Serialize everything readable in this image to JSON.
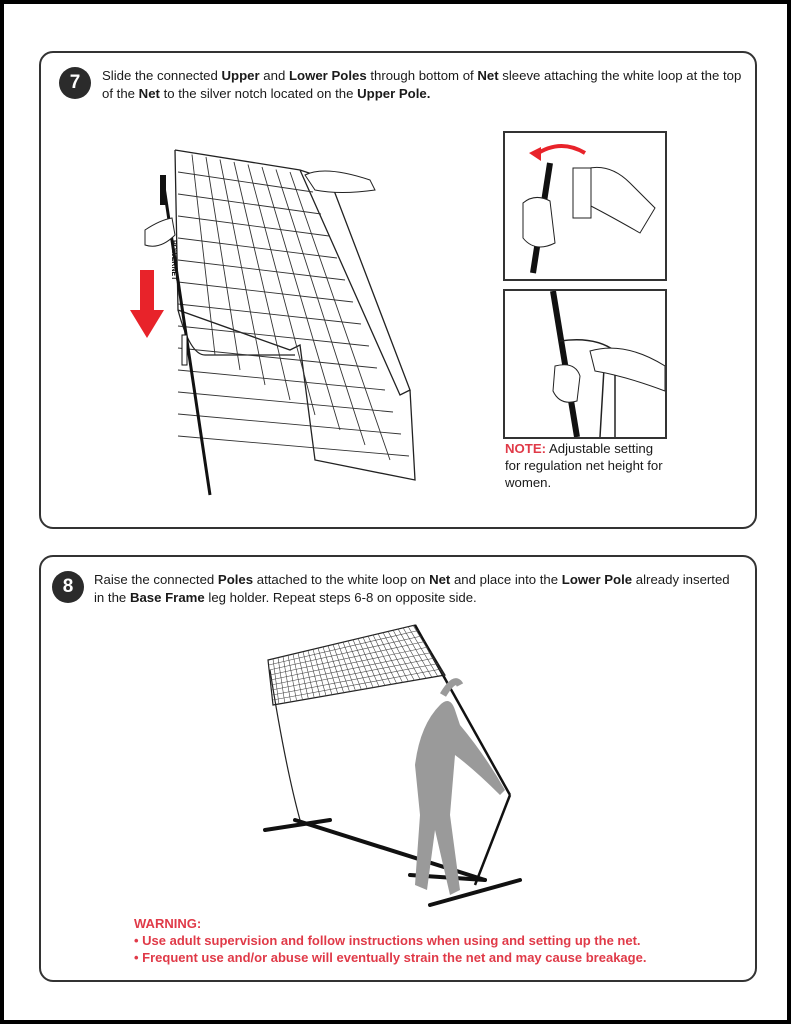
{
  "step7": {
    "number": "7",
    "segments": [
      {
        "t": "Slide the connected ",
        "b": false
      },
      {
        "t": "Upper",
        "b": true
      },
      {
        "t": " and ",
        "b": false
      },
      {
        "t": "Lower Poles",
        "b": true
      },
      {
        "t": " through bottom of ",
        "b": false
      },
      {
        "t": "Net",
        "b": true
      },
      {
        "t": " sleeve attaching the white loop at the top of the ",
        "b": false
      },
      {
        "t": "Net",
        "b": true
      },
      {
        "t": " to the silver notch located on the ",
        "b": false
      },
      {
        "t": "Upper Pole.",
        "b": true
      }
    ],
    "note_label": "NOTE:",
    "note_text": " Adjustable setting for regulation net height for women.",
    "brand": "POWERNET"
  },
  "step8": {
    "number": "8",
    "segments": [
      {
        "t": "Raise the connected ",
        "b": false
      },
      {
        "t": "Poles",
        "b": true
      },
      {
        "t": " attached to the white loop on ",
        "b": false
      },
      {
        "t": "Net",
        "b": true
      },
      {
        "t": " and place into the ",
        "b": false
      },
      {
        "t": "Lower Pole",
        "b": true
      },
      {
        "t": " already inserted in the ",
        "b": false
      },
      {
        "t": "Base Frame",
        "b": true
      },
      {
        "t": " leg holder. Repeat steps 6-8 on opposite side.",
        "b": false
      }
    ]
  },
  "warning": {
    "title": "WARNING:",
    "items": [
      "• Use adult supervision and follow instructions when using and setting up the net.",
      "• Frequent use and/or abuse will eventually strain the net and may cause breakage."
    ]
  },
  "colors": {
    "accent": "#e03a48",
    "arrow": "#e8232a",
    "figure": "#9a9a9a"
  }
}
